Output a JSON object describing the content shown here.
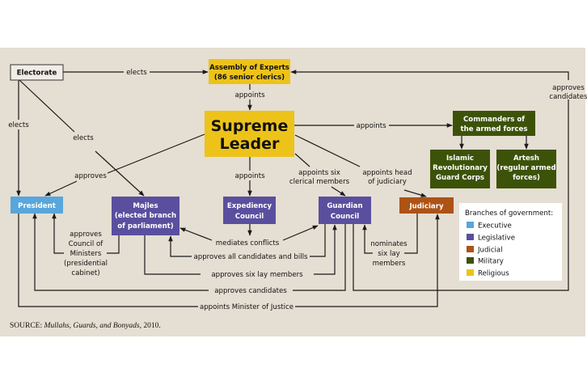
{
  "colors": {
    "executive": "#58a6db",
    "legislative": "#5a4f9e",
    "judicial": "#ad5315",
    "military": "#3d5209",
    "religious": "#edc31a",
    "background": "#e5ded2",
    "electorate_fill": "#f1ede6"
  },
  "nodes": {
    "electorate": "Electorate",
    "assembly": [
      "Assembly of Experts",
      "(86 senior clerics)"
    ],
    "supreme_leader": [
      "Supreme",
      "Leader"
    ],
    "commanders": [
      "Commanders of",
      "the armed forces"
    ],
    "irgc": [
      "Islamic",
      "Revolutionary",
      "Guard Corps"
    ],
    "artesh": [
      "Artesh",
      "(regular armed",
      "forces)"
    ],
    "president": "President",
    "majles": [
      "Majles",
      "(elected branch",
      "of parliament)"
    ],
    "expediency": [
      "Expediency",
      "Council"
    ],
    "guardian": [
      "Guardian",
      "Council"
    ],
    "judiciary": "Judiciary"
  },
  "edges": {
    "electorate_assembly": "elects",
    "electorate_president": "elects",
    "electorate_majles": "elects",
    "assembly_leader": "appoints",
    "leader_commanders": "appoints",
    "leader_president": "approves",
    "leader_expediency": "appoints",
    "leader_guardian": [
      "appoints six",
      "clerical members"
    ],
    "leader_judiciary": [
      "appoints head",
      "of judiciary"
    ],
    "guardian_assembly": [
      "approves",
      "candidates"
    ],
    "majles_president": [
      "approves",
      "Council of",
      "Ministers",
      "(presidential",
      "cabinet)"
    ],
    "expediency_mediates": "mediates conflicts",
    "guardian_majles": "approves all candidates and bills",
    "majles_guardian": "approves six lay members",
    "judiciary_guardian": [
      "nominates",
      "six lay",
      "members"
    ],
    "guardian_president": "approves candidates",
    "president_judiciary": "appoints Minister of Justice"
  },
  "legend": {
    "title": "Branches of government:",
    "items": [
      {
        "label": "Executive",
        "color": "#58a6db"
      },
      {
        "label": "Legislative",
        "color": "#5a4f9e"
      },
      {
        "label": "Judicial",
        "color": "#ad5315"
      },
      {
        "label": "Military",
        "color": "#3d5209"
      },
      {
        "label": "Religious",
        "color": "#edc31a"
      }
    ]
  },
  "source": {
    "prefix": "SOURCE: ",
    "title": "Mullahs, Guards, and Bonyads",
    "suffix": ", 2010."
  }
}
